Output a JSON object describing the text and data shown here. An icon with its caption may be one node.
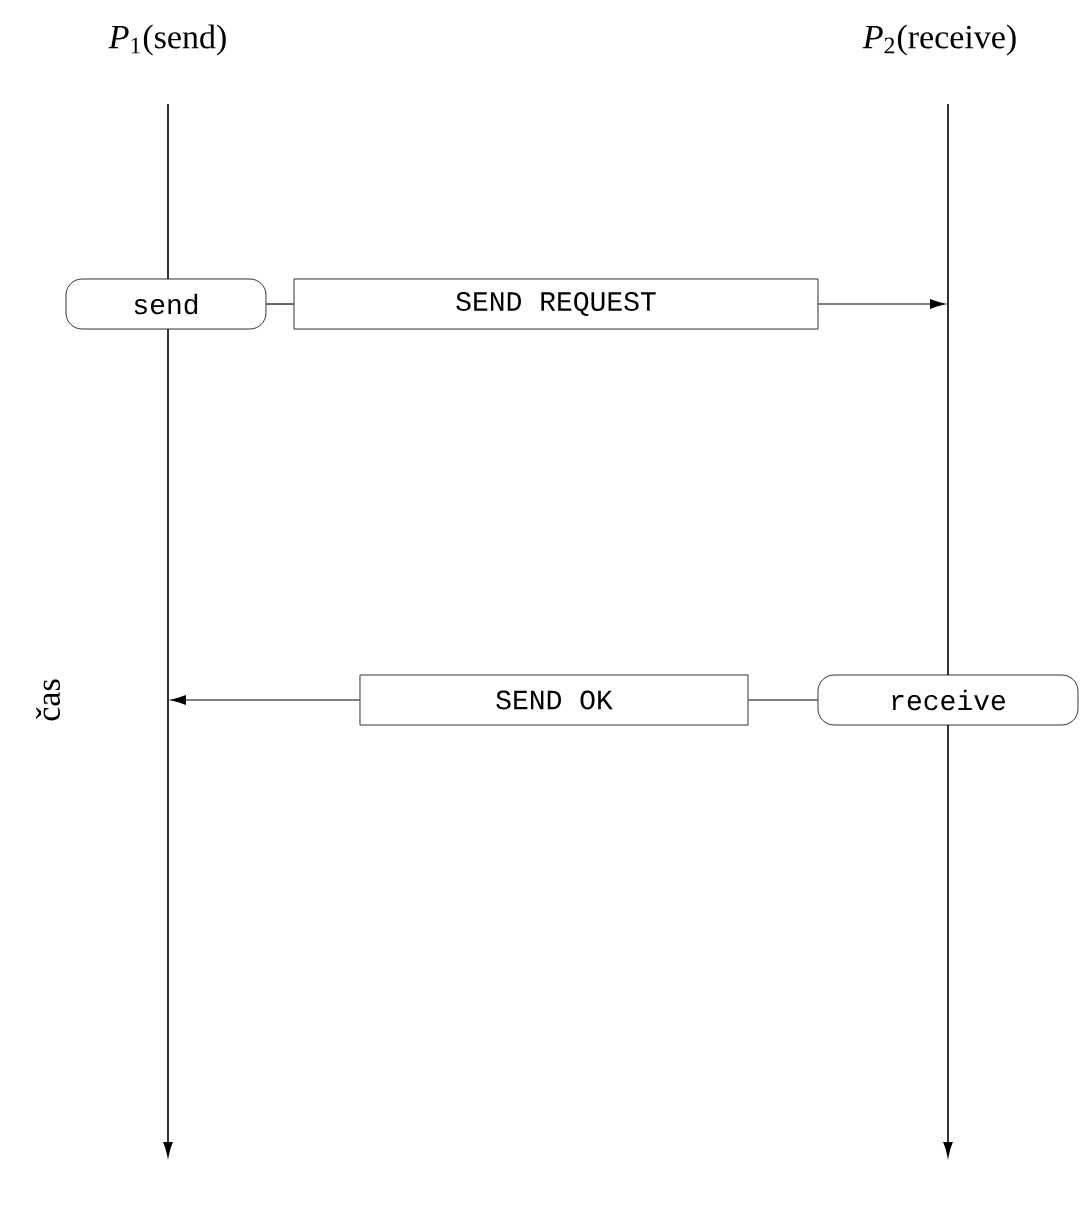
{
  "diagram": {
    "nodes": [
      {
        "text": [
          "send"
        ]
      },
      {
        "text": [
          "SEND REQUEST"
        ]
      },
      {
        "text": [
          "receive"
        ]
      },
      {
        "text": [
          "SEND OK"
        ]
      }
    ],
    "edges": [
      {
        "from": 0,
        "to": 1,
        "arrow": "none"
      },
      {
        "from": 1,
        "to": null,
        "arrow": "to"
      },
      {
        "from": 2,
        "to": 3,
        "arrow": "none"
      },
      {
        "from": 3,
        "to": null,
        "arrow": "to"
      }
    ],
    "labels": [
      "*P*$_{1}$(send)",
      "*P*$_{2}$(receive)",
      "čas"
    ]
  }
}
